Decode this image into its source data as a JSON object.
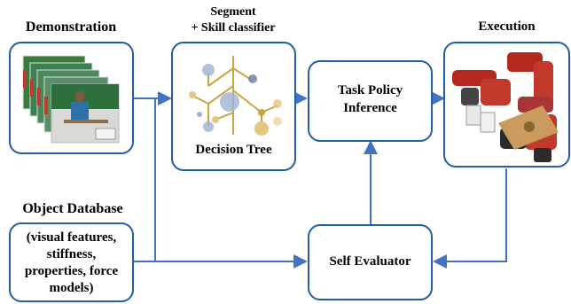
{
  "labels": {
    "demonstration": "Demonstration",
    "segment_line1": "Segment",
    "segment_line2": "+ Skill classifier",
    "execution": "Execution",
    "object_database": "Object Database"
  },
  "boxes": {
    "decision_tree": "Decision Tree",
    "task_policy_line1": "Task Policy",
    "task_policy_line2": "Inference",
    "self_evaluator": "Self Evaluator",
    "object_db_line1": "(visual features,",
    "object_db_line2": "stiffness,",
    "object_db_line3": "properties, force",
    "object_db_line4": "models)"
  },
  "colors": {
    "box_border": "#1f5ea8",
    "arrow": "#4472c4",
    "tree_branch": "#c9a640",
    "node_blue": "#9fb3d6",
    "node_gold": "#e3c77e"
  }
}
